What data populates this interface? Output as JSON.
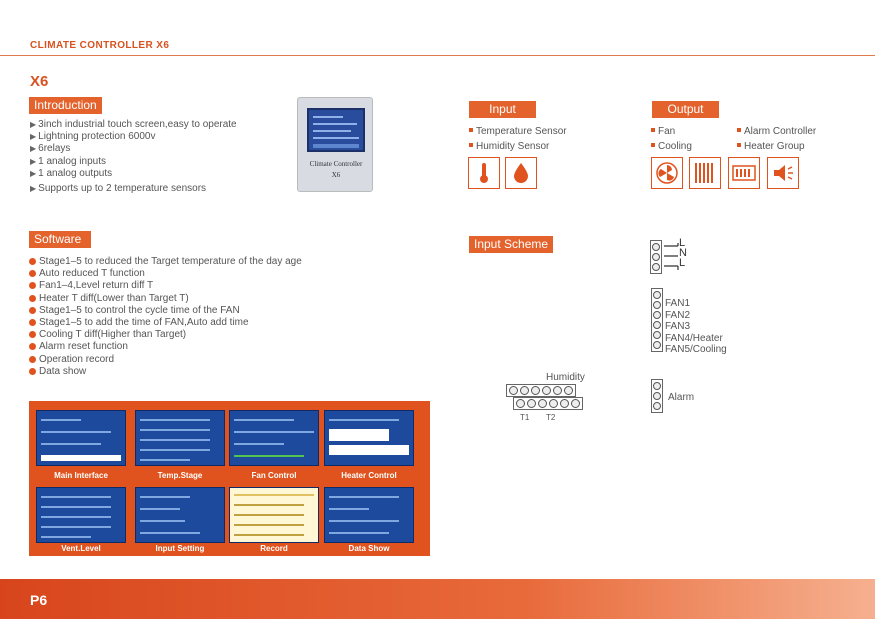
{
  "header": {
    "title": "CLIMATE CONTROLLER  X6",
    "model": "X6"
  },
  "intro": {
    "title": "Introduction",
    "items": [
      "3inch industrial touch screen,easy to operate",
      "Lightning protection 6000v",
      "6relays",
      "1 analog inputs",
      "1 analog outputs",
      "Supports up to 2 temperature sensors"
    ]
  },
  "device": {
    "label1": "Climate Controller",
    "label2": "X6"
  },
  "input": {
    "title": "Input",
    "items": [
      "Temperature Sensor",
      "Humidity Sensor"
    ],
    "icons": [
      "thermometer-icon",
      "water-drop-icon"
    ]
  },
  "output": {
    "title": "Output",
    "col1": [
      "Fan",
      "Cooling"
    ],
    "col2": [
      "Alarm Controller",
      "Heater Group"
    ],
    "icons": [
      "fan-icon",
      "cooling-pad-icon",
      "heater-icon",
      "alarm-icon"
    ]
  },
  "software": {
    "title": "Software",
    "items": [
      "Stage1–5 to reduced the Target temperature of the day age",
      "Auto reduced T function",
      "Fan1–4,Level return diff T",
      "Heater T diff(Lower than Target T)",
      "Stage1–5 to control the cycle time of the FAN",
      "Stage1–5 to add the time of FAN,Auto add time",
      "Cooling T diff(Higher than Target)",
      "Alarm reset function",
      "Operation record",
      "Data show"
    ]
  },
  "scheme": {
    "title": "Input Scheme",
    "power": [
      "L",
      "N",
      "L"
    ],
    "relays": [
      "FAN1",
      "FAN2",
      "FAN3",
      "FAN4/Heater",
      "FAN5/Cooling"
    ],
    "humidity": "Humidity",
    "t1": "T1",
    "t2": "T2",
    "alarm": "Alarm"
  },
  "screens": [
    "Main Interface",
    "Temp.Stage",
    "Fan Control",
    "Heater Control",
    "Vent.Level",
    "Input Setting",
    "Record",
    "Data Show"
  ],
  "footer": {
    "page": "P6"
  },
  "colors": {
    "accent": "#e0531e",
    "screen": "#1d4a9c"
  }
}
